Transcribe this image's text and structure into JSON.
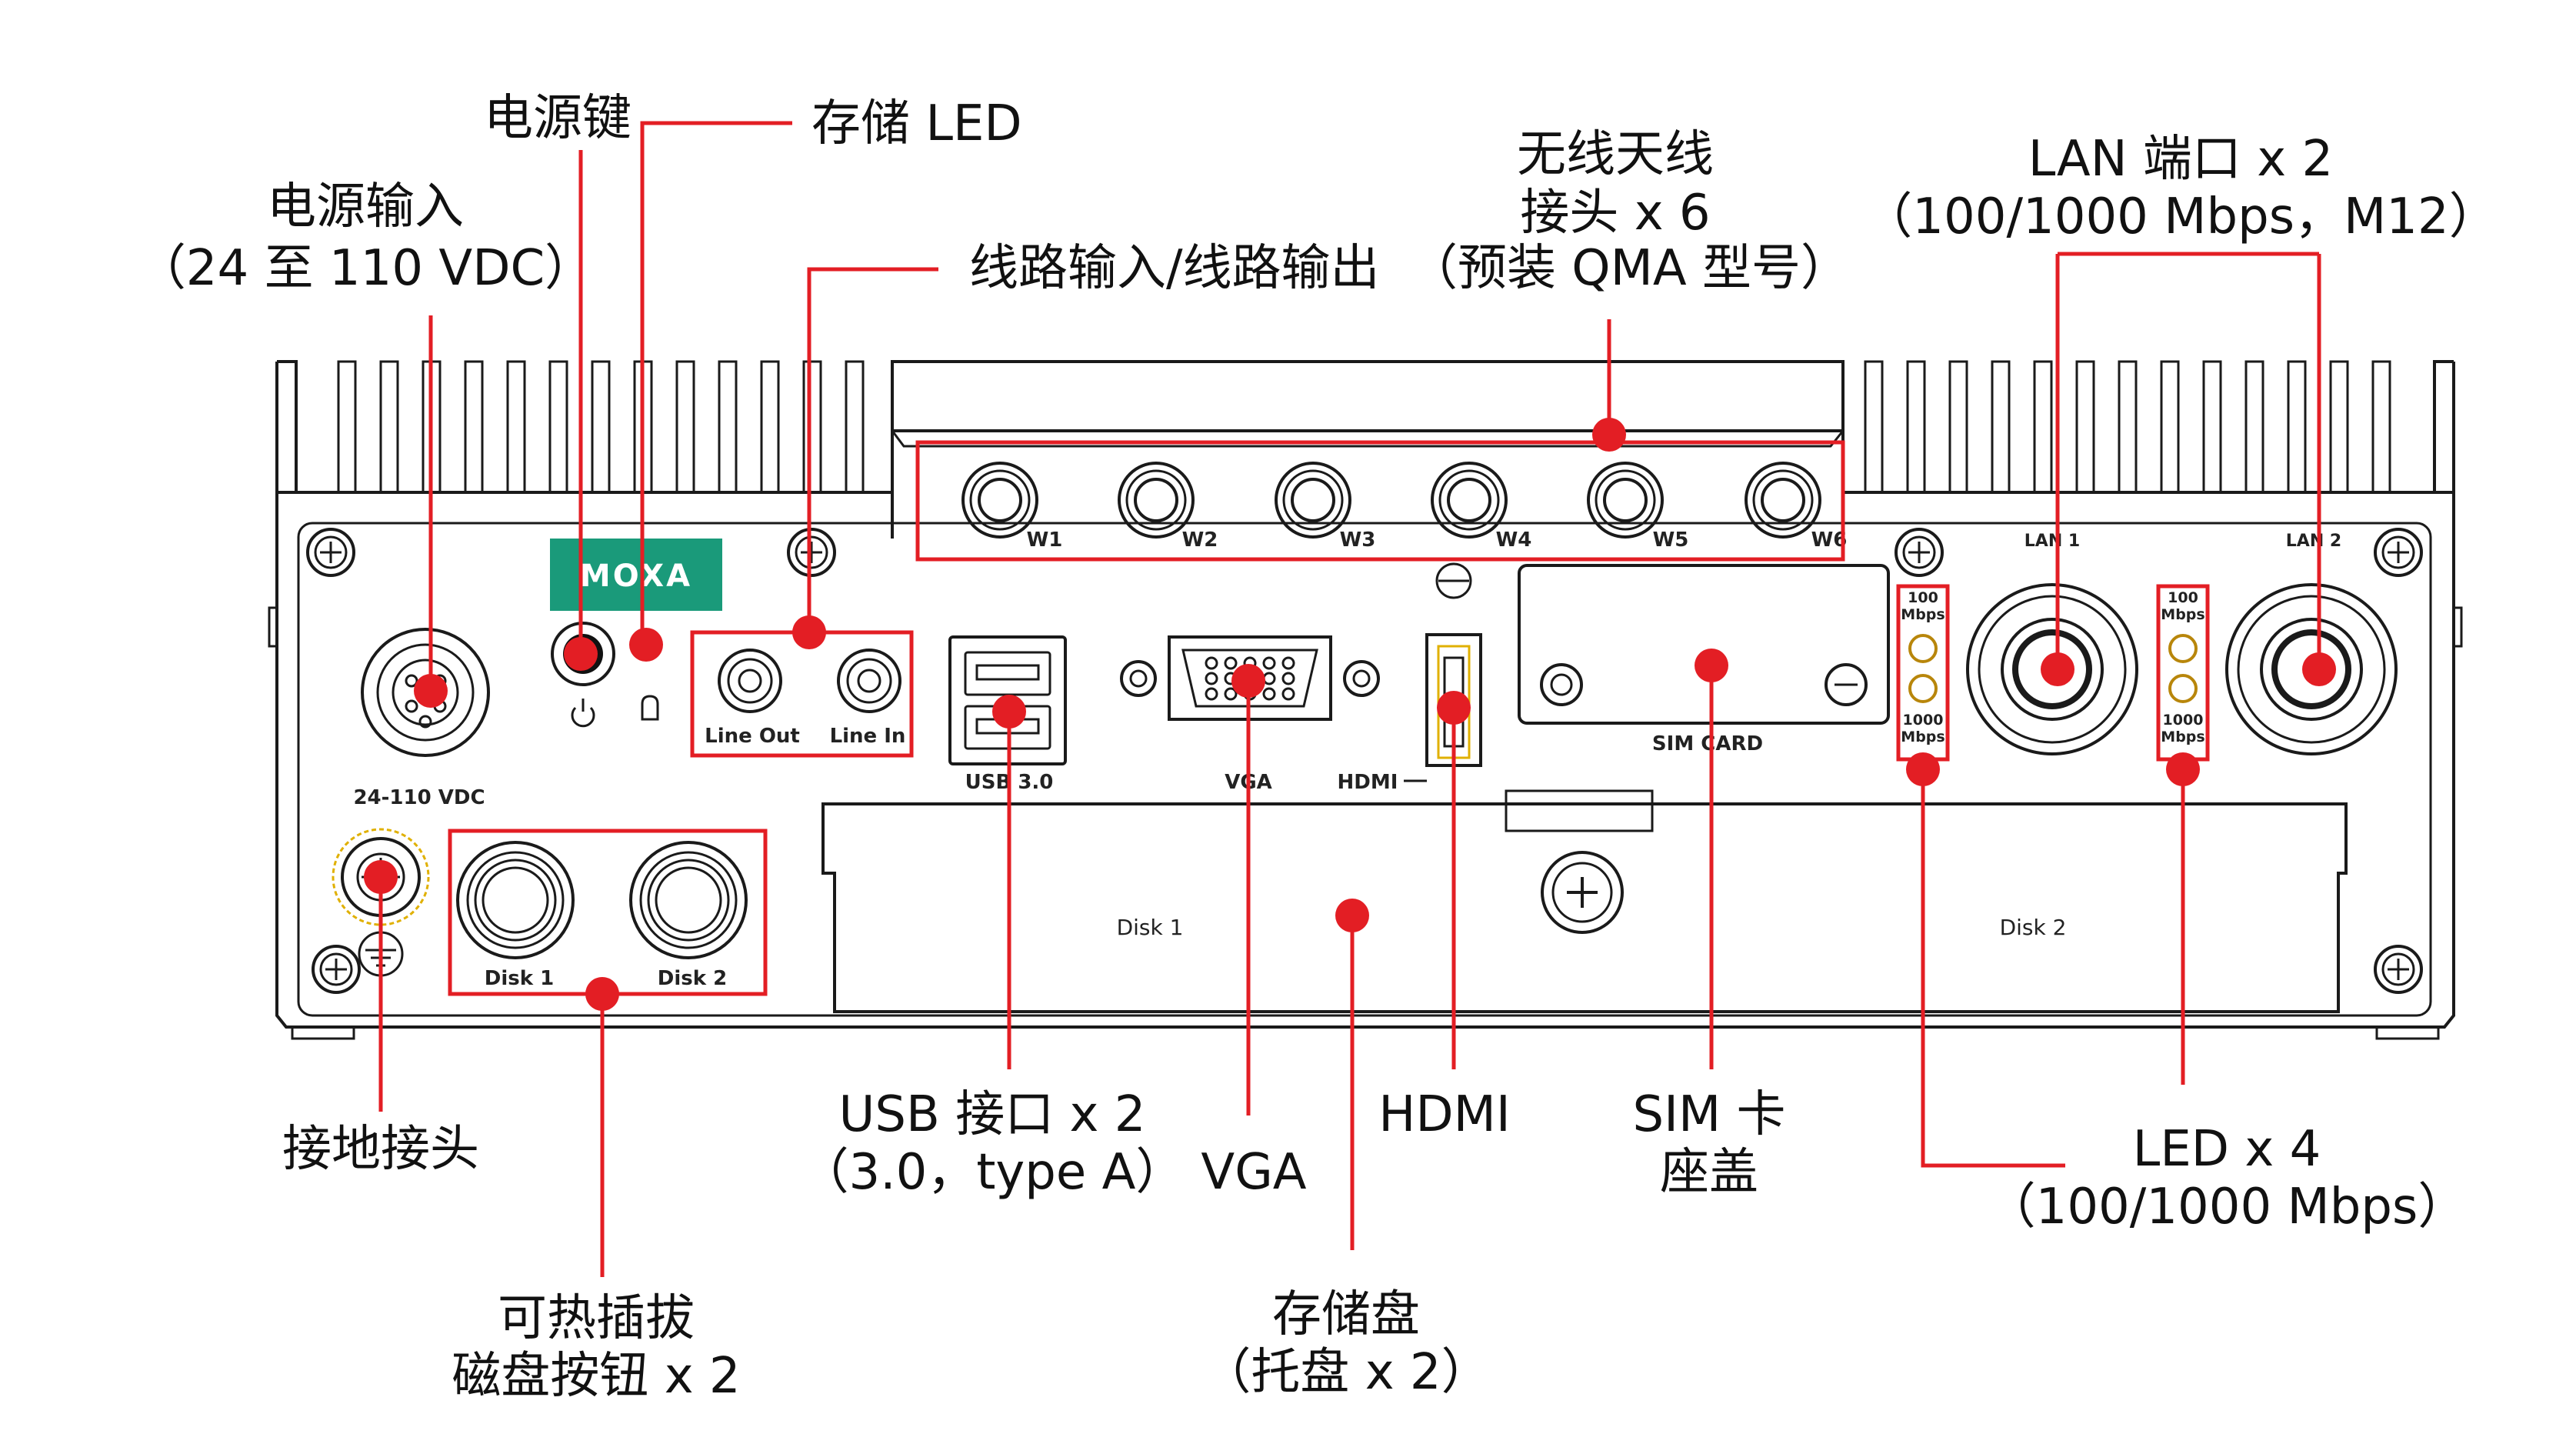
{
  "title": "",
  "brand": {
    "logo_text": "MOXA",
    "logo_color": "#1a9a7a"
  },
  "colors": {
    "callout": "#e31e24",
    "device": "#1a1a1a",
    "ground_ring": "#e0b000"
  },
  "panel_labels": {
    "w1": "W1",
    "w2": "W2",
    "w3": "W3",
    "w4": "W4",
    "w5": "W5",
    "w6": "W6",
    "lan1": "LAN 1",
    "lan2": "LAN 2",
    "led_100_a": "100",
    "led_mbps_a": "Mbps",
    "led_1000_a": "1000",
    "led_mbps_b": "Mbps",
    "led_100_b": "100",
    "led_mbps_c": "Mbps",
    "led_1000_b": "1000",
    "led_mbps_d": "Mbps",
    "line_out": "Line Out",
    "line_in": "Line In",
    "usb": "USB 3.0",
    "vga": "VGA",
    "hdmi": "HDMI",
    "sim": "SIM CARD",
    "vdc": "24-110 VDC",
    "disk1_btn": "Disk 1",
    "disk2_btn": "Disk 2",
    "disk1_tray": "Disk 1",
    "disk2_tray": "Disk 2"
  },
  "callouts": {
    "power_button": "电源键",
    "storage_led": "存储 LED",
    "power_input_1": "电源输入",
    "power_input_2": "（24 至 110 VDC）",
    "audio": "线路输入/线路输出",
    "antenna_1": "无线天线",
    "antenna_2": "接头 x 6",
    "antenna_3": "（预装 QMA 型号）",
    "lan_1": "LAN 端口 x 2",
    "lan_2": "（100/1000 Mbps，M12）",
    "ground": "接地接头",
    "hotswap_1": "可热插拔",
    "hotswap_2": "磁盘按钮 x 2",
    "usb_1": "USB 接口 x 2",
    "usb_2": "（3.0，type A）",
    "vga": "VGA",
    "hdmi": "HDMI",
    "sim_1": "SIM 卡",
    "sim_2": "座盖",
    "storage_1": "存储盘",
    "storage_2": "（托盘 x 2）",
    "led_1": "LED x 4",
    "led_2": "（100/1000 Mbps）"
  }
}
